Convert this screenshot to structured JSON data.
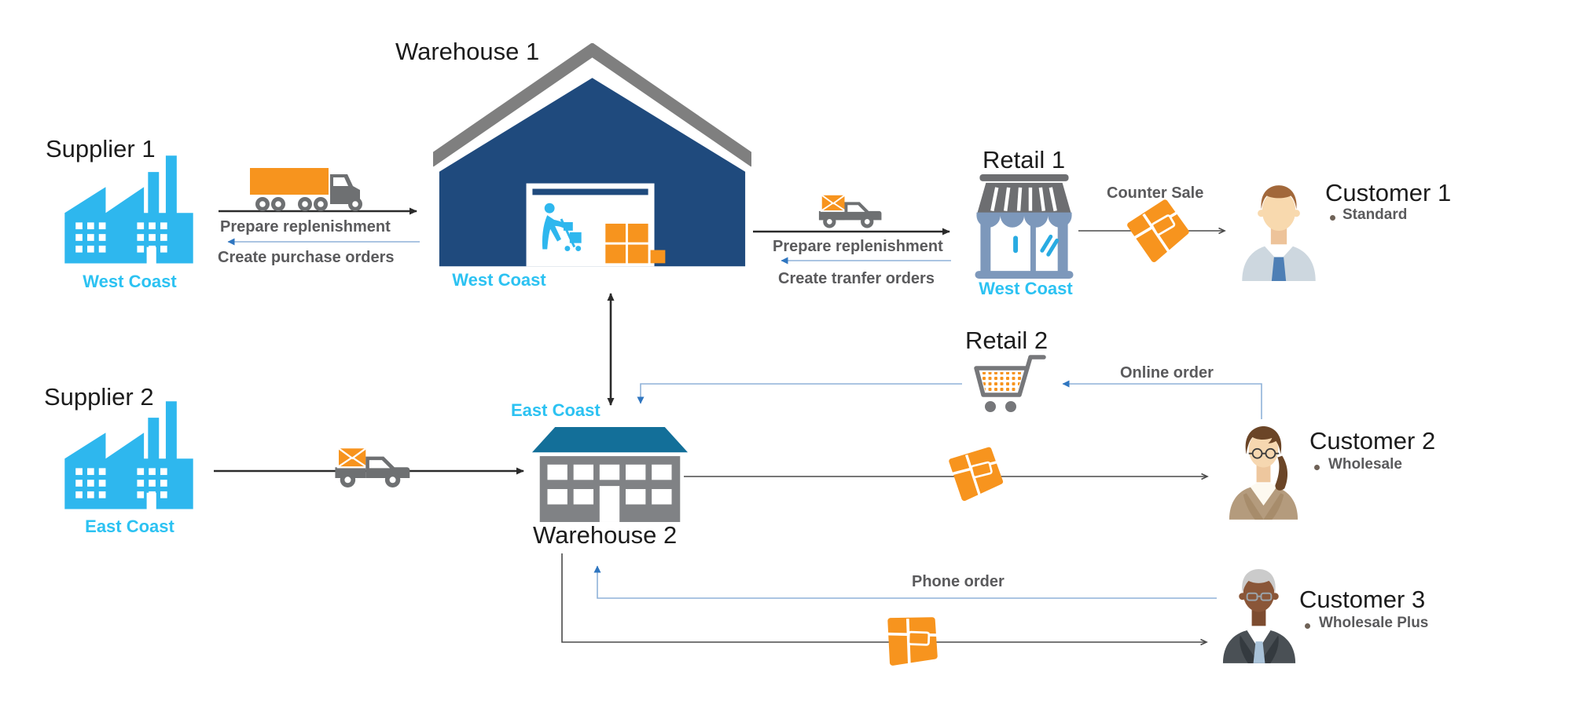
{
  "palette": {
    "cyan_icon": "#2eb7ee",
    "cyan_text": "#2cc2f2",
    "orange": "#f7941e",
    "navy": "#1f4a7d",
    "icon_gray": "#6e7072",
    "warehouse2_gray": "#808285",
    "roof_teal": "#136f99",
    "store_blue": "#7d98bb",
    "label_gray": "#5a5a5c",
    "arrow_black": "#2b2b2b",
    "arrow_blue_line": "#8fb2d9",
    "arrow_blue_head": "#2f76c0"
  },
  "nodes": {
    "supplier1": {
      "title": "Supplier 1",
      "region": "West Coast"
    },
    "warehouse1": {
      "title": "Warehouse 1",
      "region": "West Coast"
    },
    "retail1": {
      "title": "Retail 1",
      "region": "West Coast"
    },
    "customer1": {
      "title": "Customer 1",
      "type": "Standard"
    },
    "retail2": {
      "title": "Retail 2"
    },
    "supplier2": {
      "title": "Supplier 2",
      "region": "East Coast"
    },
    "warehouse2": {
      "title": "Warehouse 2",
      "region": "East Coast"
    },
    "customer2": {
      "title": "Customer 2",
      "type": "Wholesale"
    },
    "customer3": {
      "title": "Customer 3",
      "type": "Wholesale Plus"
    }
  },
  "flows": {
    "supplier1_warehouse1": {
      "forward": "Prepare replenishment",
      "back": "Create purchase orders"
    },
    "warehouse1_retail1": {
      "forward": "Prepare replenishment",
      "back": "Create tranfer orders"
    },
    "retail1_customer1": {
      "label": "Counter Sale"
    },
    "customer2_retail2": {
      "label": "Online order"
    },
    "customer3_warehouse2": {
      "label": "Phone order"
    }
  }
}
